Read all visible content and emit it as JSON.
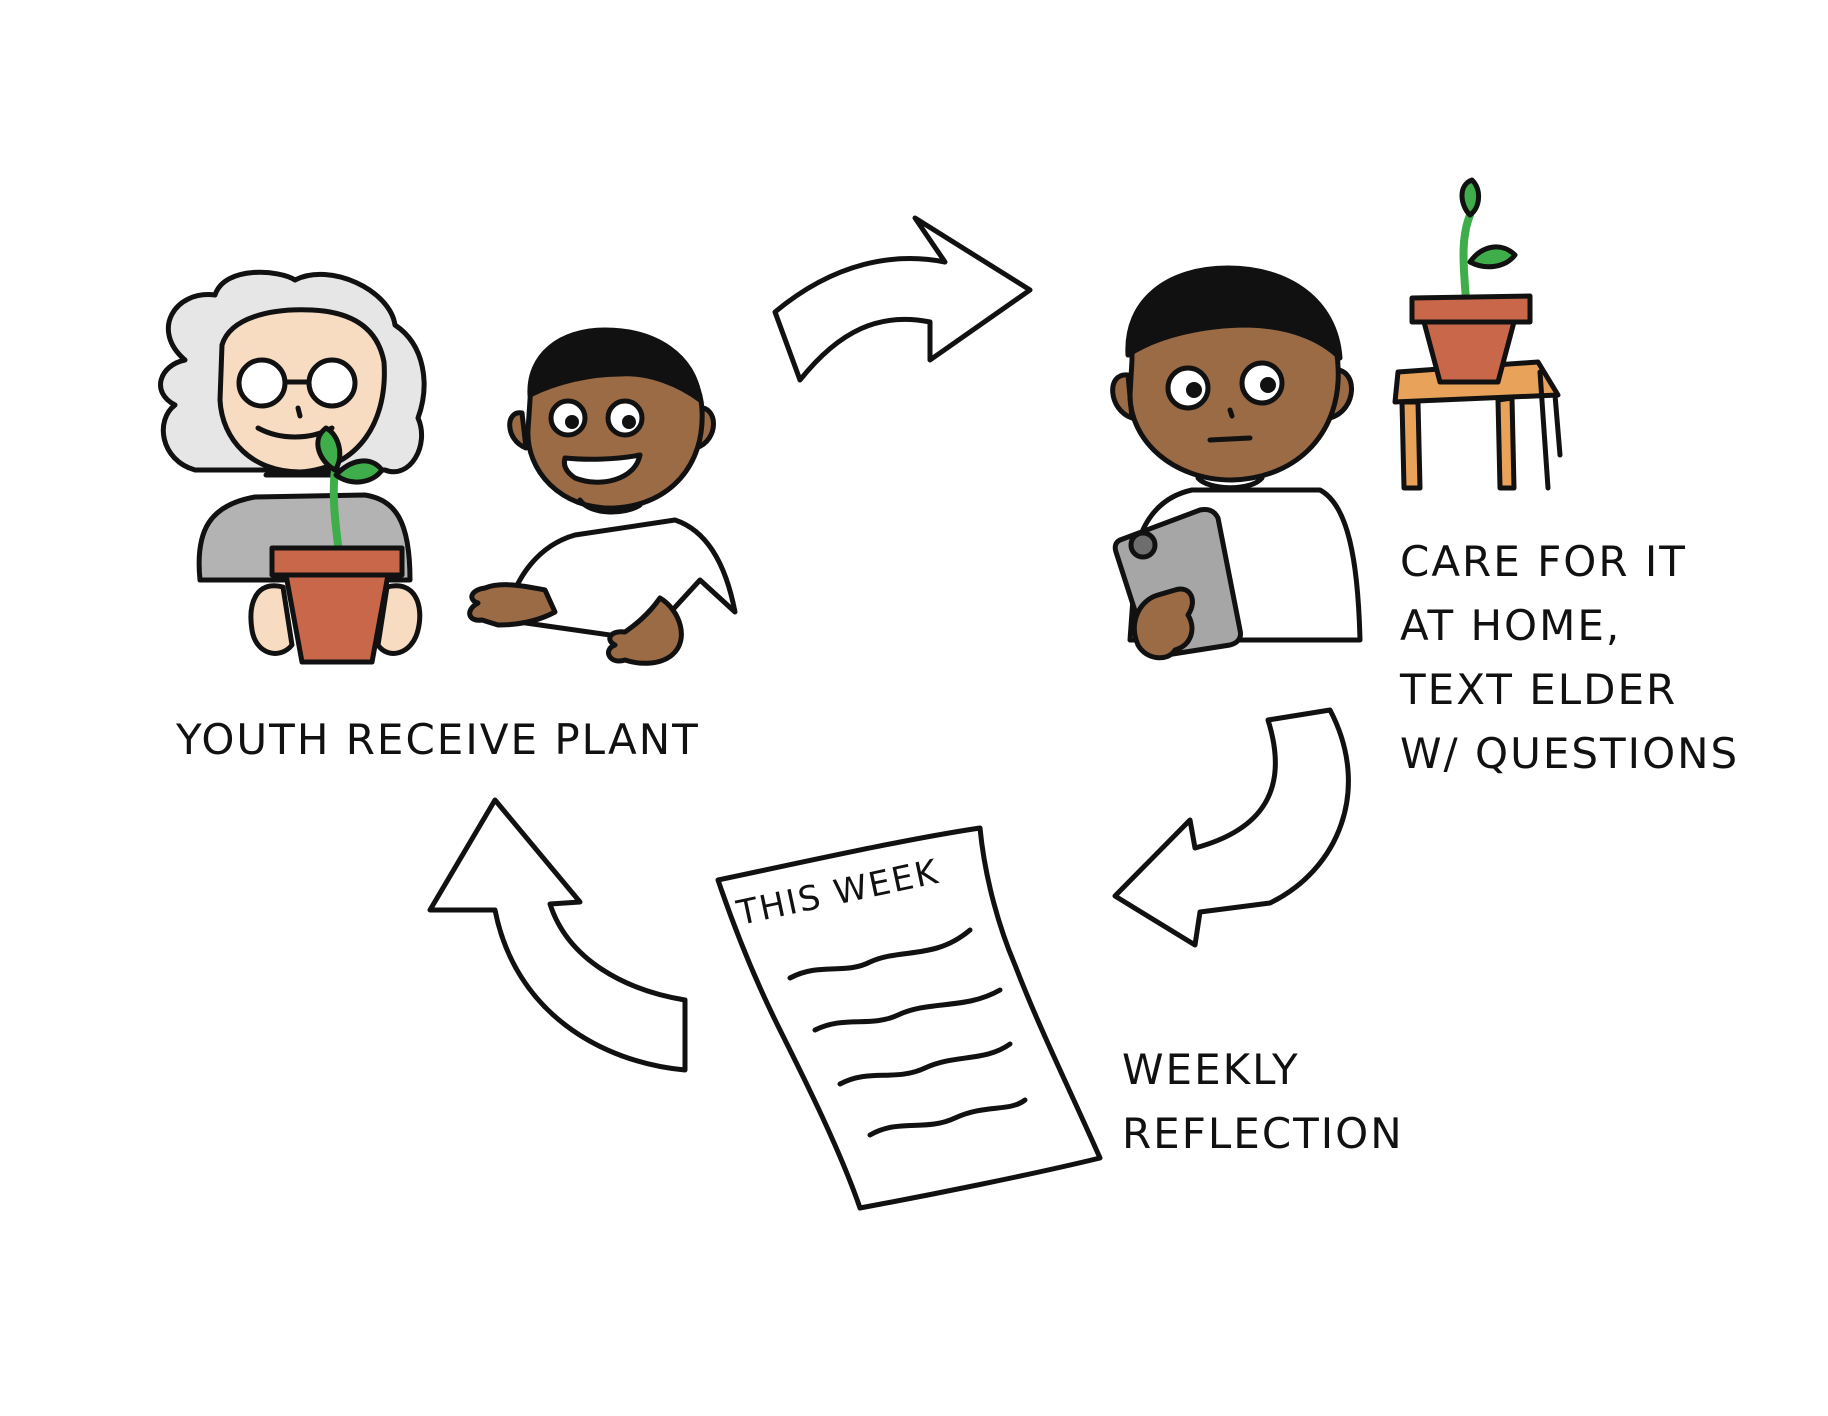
{
  "steps": [
    {
      "label": "YOUTH RECEIVE PLANT"
    },
    {
      "lines": [
        "CARE FOR IT",
        "AT HOME,",
        "TEXT ELDER",
        "W/ QUESTIONS"
      ]
    },
    {
      "lines": [
        "WEEKLY",
        "REFLECTION"
      ]
    }
  ],
  "reflection_sheet": {
    "heading": "THIS WEEK"
  },
  "colors": {
    "outline": "#111111",
    "pot": "#c8674a",
    "sprout": "#3fae4a",
    "youth_skin": "#9a6b45",
    "elder_skin": "#f7dcc2",
    "elder_hair": "#e6e6e6",
    "elder_sweater": "#b3b3b3",
    "phone": "#a6a6a6",
    "table": "#e8a25a"
  }
}
